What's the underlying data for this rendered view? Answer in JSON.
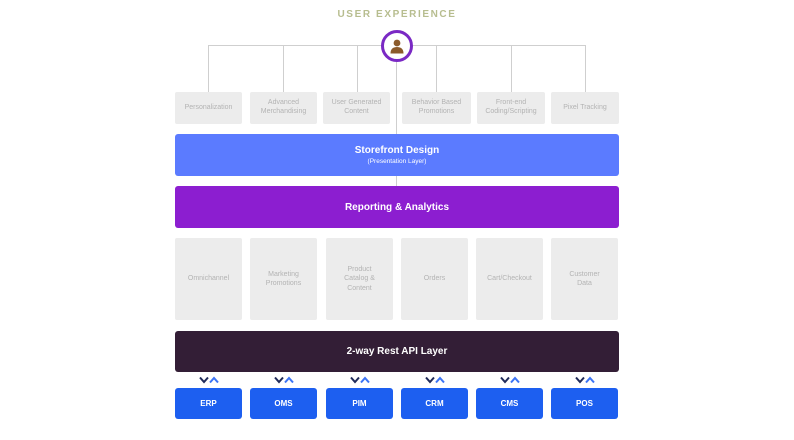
{
  "header": {
    "title": "USER EXPERIENCE",
    "icon": "user-icon"
  },
  "top_features": [
    {
      "label": "Personalization"
    },
    {
      "label": "Advanced Merchandising"
    },
    {
      "label": "User Generated Content"
    },
    {
      "label": "Behavior Based Promotions"
    },
    {
      "label": "Front-end Coding/Scripting"
    },
    {
      "label": "Pixel Tracking"
    }
  ],
  "layers": {
    "storefront": {
      "title": "Storefront Design",
      "subtitle": "(Presentation Layer)"
    },
    "reporting": {
      "title": "Reporting & Analytics"
    },
    "api": {
      "title": "2-way Rest API Layer"
    }
  },
  "modules": [
    {
      "label": "Omnichannel"
    },
    {
      "label": "Marketing Promotions"
    },
    {
      "label": "Product Catalog & Content"
    },
    {
      "label": "Orders"
    },
    {
      "label": "Cart/Checkout"
    },
    {
      "label": "Customer Data"
    }
  ],
  "systems": [
    {
      "label": "ERP"
    },
    {
      "label": "OMS"
    },
    {
      "label": "PIM"
    },
    {
      "label": "CRM"
    },
    {
      "label": "CMS"
    },
    {
      "label": "POS"
    }
  ],
  "colors": {
    "header_text": "#b7bd8f",
    "avatar_ring": "#7a29c4",
    "storefront": "#5b7bff",
    "reporting": "#8c1ed0",
    "api": "#331e36",
    "systems": "#1d5ff0",
    "arrow_down": "#1f2a5a",
    "arrow_up": "#3b73f5"
  }
}
